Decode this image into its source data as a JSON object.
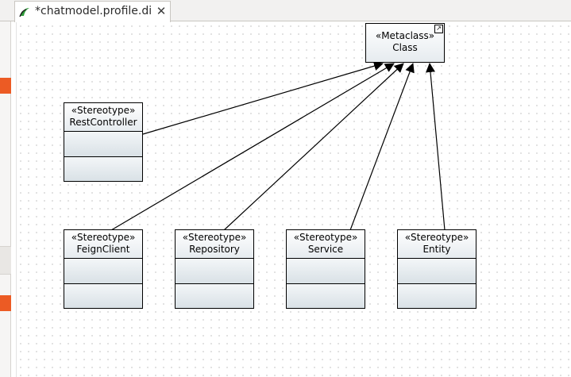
{
  "editor": {
    "tab_title": "*chatmodel.profile.di",
    "tab_icon": "papyrus-diagram-icon",
    "close_glyph": "✕"
  },
  "colors": {
    "accent_orange": "#ec5b24",
    "compartment_gradient_end": "#d9e1e6"
  },
  "diagram": {
    "metaclass": {
      "stereotype": "«Metaclass»",
      "name": "Class"
    },
    "stereotypes": [
      {
        "stereotype": "«Stereotype»",
        "name": "RestController"
      },
      {
        "stereotype": "«Stereotype»",
        "name": "FeignClient"
      },
      {
        "stereotype": "«Stereotype»",
        "name": "Repository"
      },
      {
        "stereotype": "«Stereotype»",
        "name": "Service"
      },
      {
        "stereotype": "«Stereotype»",
        "name": "Entity"
      }
    ]
  }
}
